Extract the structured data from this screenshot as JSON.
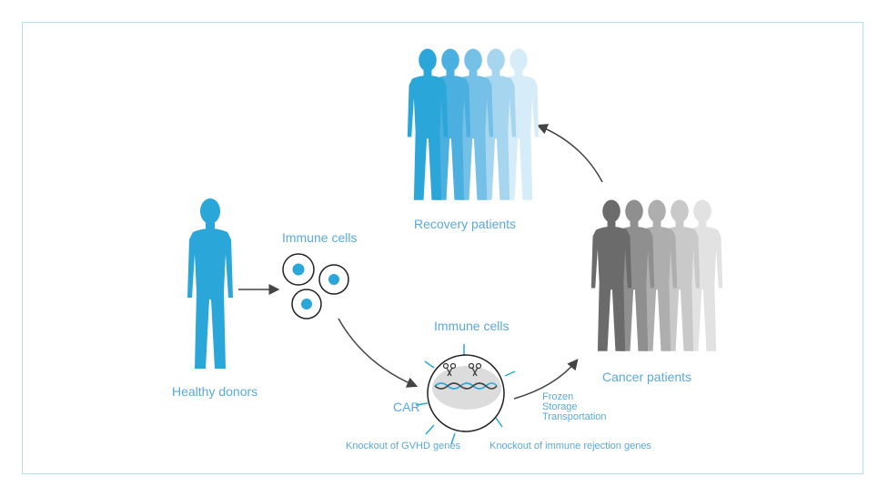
{
  "labels": {
    "healthy_donors": "Healthy donors",
    "immune_cells_top": "Immune cells",
    "immune_cells_edit": "Immune cells",
    "recovery_patients": "Recovery patients",
    "cancer_patients": "Cancer patients",
    "car": "CAR",
    "knockout_gvhd": "Knockout of GVHD genes",
    "knockout_rejection": "Knockout of immune rejection genes",
    "frozen": "Frozen",
    "storage": "Storage",
    "transportation": "Transportation"
  },
  "colors": {
    "blue": "#2aa6d8",
    "label_blue": "#5aa9d9",
    "frame": "#b9dcea",
    "dark_gray": "#6b6b6b",
    "arrow": "#444444"
  },
  "icons": [
    "person-icon",
    "cell-icon",
    "scissors-icon",
    "dna-icon"
  ]
}
